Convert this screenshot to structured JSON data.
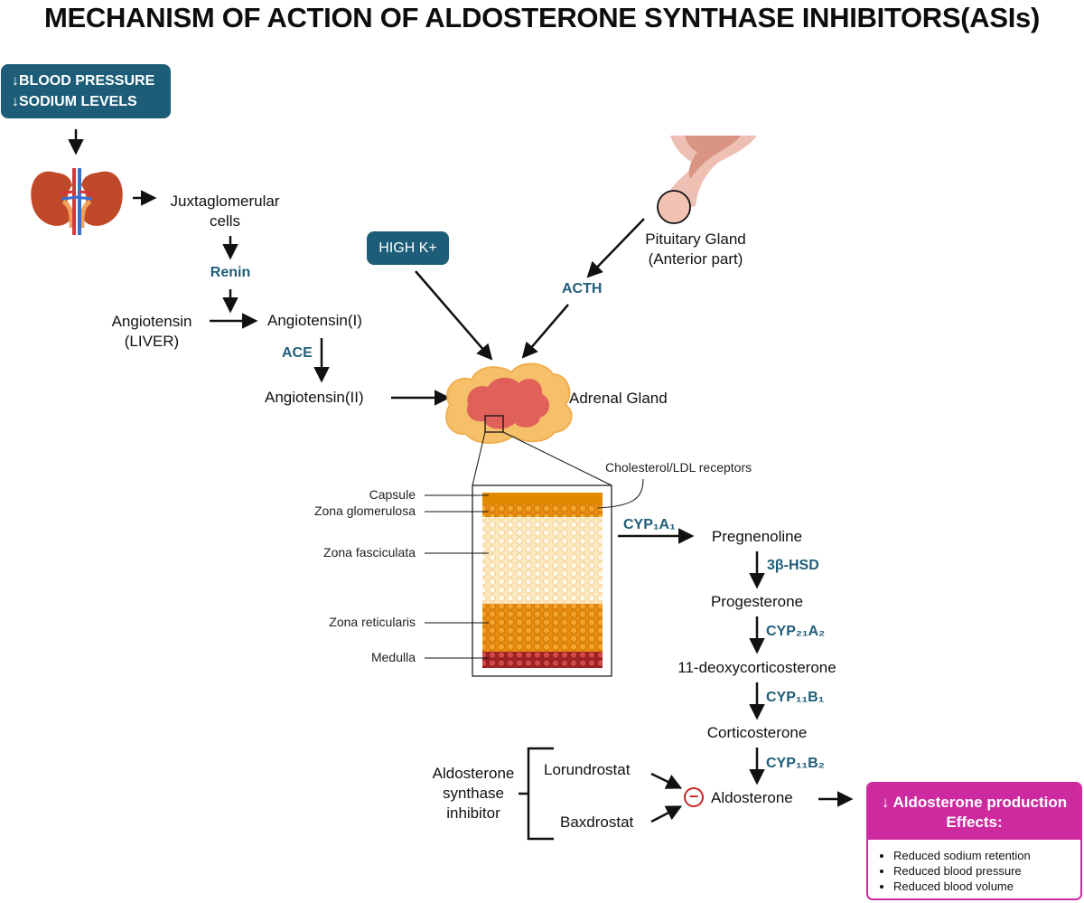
{
  "title": "MECHANISM OF ACTION OF ALDOSTERONE SYNTHASE INHIBITORS(ASIs)",
  "triggers": {
    "bp_line1": "↓BLOOD PRESSURE",
    "bp_line2": "↓SODIUM LEVELS",
    "high_k": "HIGH K+"
  },
  "raas": {
    "jg_line1": "Juxtaglomerular",
    "jg_line2": "cells",
    "renin": "Renin",
    "angiotensinogen_line1": "Angiotensin",
    "angiotensinogen_line2": "(LIVER)",
    "angiotensin1": "Angiotensin(I)",
    "ace": "ACE",
    "angiotensin2": "Angiotensin(II)"
  },
  "pituitary": {
    "line1": "Pituitary Gland",
    "line2": "(Anterior part)",
    "acth": "ACTH"
  },
  "adrenal": {
    "label": "Adrenal Gland",
    "receptors": "Cholesterol/LDL receptors",
    "zones": [
      "Capsule",
      "Zona glomerulosa",
      "Zona fasciculata",
      "Zona reticularis",
      "Medulla"
    ]
  },
  "pathway": {
    "steps": [
      "Pregnenoline",
      "Progesterone",
      "11-deoxycorticosterone",
      "Corticosterone",
      "Aldosterone"
    ],
    "enzymes": [
      "CYP₁A₁",
      "3β-HSD",
      "CYP₂₁A₂",
      "CYP₁₁B₁",
      "CYP₁₁B₂"
    ]
  },
  "inhibitors": {
    "group_line1": "Aldosterone",
    "group_line2": "synthase",
    "group_line3": "inhibitor",
    "drugs": [
      "Lorundrostat",
      "Baxdrostat"
    ],
    "inhibit_symbol": "−"
  },
  "effects": {
    "heading_line1": "↓ Aldosterone production",
    "heading_line2": "Effects:",
    "items": [
      "Reduced sodium retention",
      "Reduced blood pressure",
      "Reduced blood volume"
    ]
  },
  "colors": {
    "teal": "#1d5d78",
    "magenta": "#cc2a9e",
    "adrenal_inner": "#e0605a",
    "adrenal_outer": "#f6c06a",
    "glomerulosa": "#f0a030",
    "medulla": "#c83a3a",
    "capsule": "#e08a00"
  }
}
